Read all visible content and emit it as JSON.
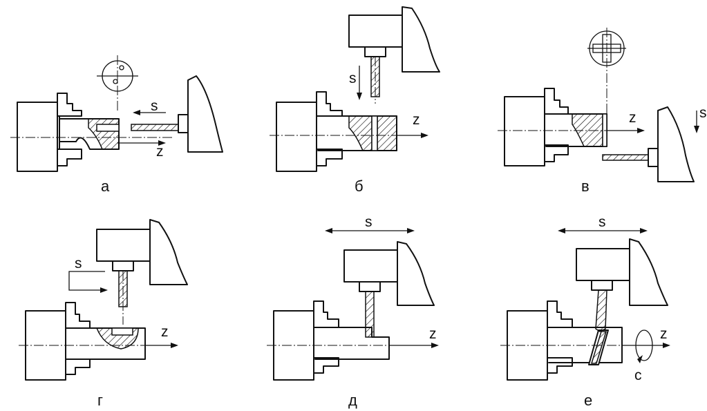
{
  "captions": {
    "a": "а",
    "b": "б",
    "v": "в",
    "g": "г",
    "d": "д",
    "e": "е"
  },
  "labels": {
    "a_s": "s",
    "a_z": "z",
    "b_s": "s",
    "b_z": "z",
    "v_s": "s",
    "v_z": "z",
    "g_s": "s",
    "g_z": "z",
    "d_s": "s",
    "d_z": "z",
    "e_s": "s",
    "e_z": "z",
    "e_c": "c"
  }
}
